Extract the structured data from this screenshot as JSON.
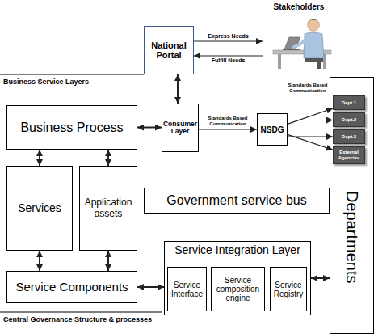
{
  "diagram": {
    "nodes": [
      {
        "text": [
          "Stakeholders"
        ]
      },
      {
        "text": [
          "National Portal"
        ]
      },
      {
        "text": [
          "Business Process"
        ]
      },
      {
        "text": [
          "Consumer Layer"
        ]
      },
      {
        "text": [
          "NSDG"
        ]
      },
      {
        "text": [
          "Departments"
        ]
      },
      {
        "text": [
          "Dept.1"
        ],
        "in": 5
      },
      {
        "text": [
          "Dept.2"
        ],
        "in": 5
      },
      {
        "text": [
          "Dept.3"
        ],
        "in": 5
      },
      {
        "text": [
          "External Agencies"
        ],
        "in": 5
      },
      {
        "text": [
          "Services"
        ]
      },
      {
        "text": [
          "Application assets"
        ]
      },
      {
        "text": [
          "Government service bus"
        ]
      },
      {
        "text": [
          "Service Components"
        ]
      },
      {
        "text": [
          "Service Integration Layer"
        ]
      },
      {
        "text": [
          "Service Interface"
        ],
        "in": 14
      },
      {
        "text": [
          "Service composition engine"
        ],
        "in": 14
      },
      {
        "text": [
          "Service Registry"
        ],
        "in": 14
      }
    ],
    "edges": [
      {
        "from": 1,
        "to": 0,
        "label": "Express Needs",
        "arrow": "to"
      },
      {
        "from": 0,
        "to": 1,
        "label": "Fulfill Needs",
        "arrow": "to"
      },
      {
        "from": 1,
        "to": 3,
        "arrow": "both"
      },
      {
        "from": 2,
        "to": 3,
        "arrow": "both"
      },
      {
        "from": 3,
        "to": 4,
        "label": "Standards Based Communication",
        "arrow": "to"
      },
      {
        "from": 4,
        "to": 6,
        "arrow": "to"
      },
      {
        "from": 4,
        "to": 7,
        "arrow": "to"
      },
      {
        "from": 4,
        "to": 8,
        "arrow": "to"
      },
      {
        "from": 4,
        "to": 9,
        "arrow": "to"
      },
      {
        "from": 2,
        "to": 10,
        "arrow": "both"
      },
      {
        "from": 2,
        "to": 11,
        "arrow": "both"
      },
      {
        "from": 10,
        "to": 13,
        "arrow": "both"
      },
      {
        "from": 11,
        "to": 13,
        "arrow": "both"
      },
      {
        "from": 13,
        "to": 14,
        "arrow": "both"
      },
      {
        "from": 14,
        "to": 5,
        "arrow": "both"
      }
    ],
    "labels": [
      "Business Service Layers",
      "Central Governance Structure & processes",
      "Standards Based Communication"
    ]
  }
}
